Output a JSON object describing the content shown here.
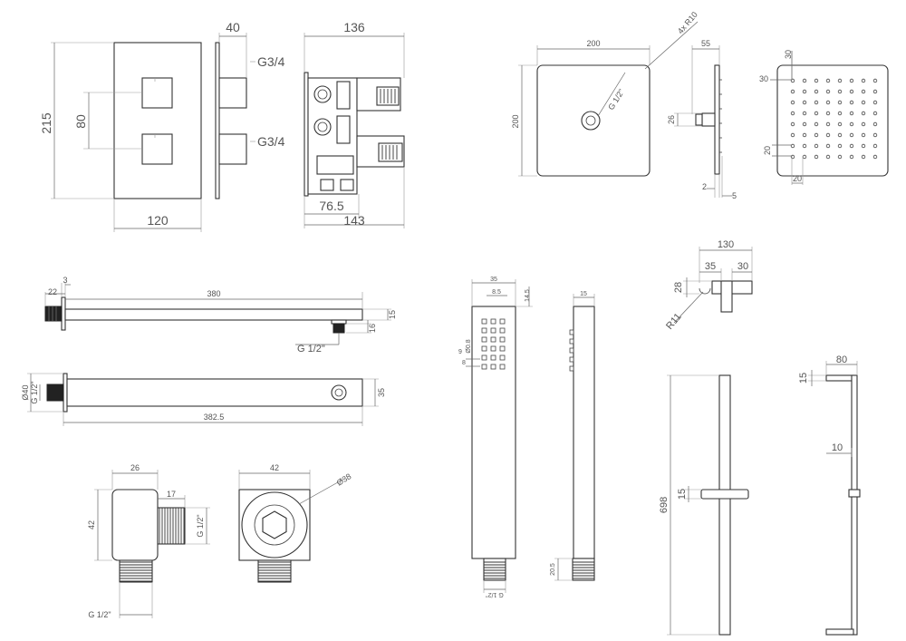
{
  "dimensions": {
    "valve_height": "215",
    "valve_width": "120",
    "valve_spacing": "80",
    "valve_depth": "40",
    "valve_outlet_top": "G3/4",
    "valve_outlet_bottom": "G3/4",
    "body_width": "136",
    "body_depth_inner": "76.5",
    "body_depth_total": "143",
    "head_width": "200",
    "head_height": "200",
    "head_radius": "4x R10",
    "head_inlet": "G 1/2\"",
    "head_depth": "55",
    "head_connector": "26",
    "head_plate": "2",
    "head_offset": "5",
    "nozzle_margin_top": "30",
    "nozzle_margin_left": "30",
    "nozzle_pitch_v": "20",
    "nozzle_pitch_h": "20",
    "arm_flange": "3",
    "arm_base": "22",
    "arm_length": "380",
    "arm_section": "15",
    "arm_drop": "16",
    "arm_thread": "G 1/2\"",
    "arm_diameter": "Ø40",
    "arm_inlet": "G 1/2\"",
    "arm_total_length": "382.5",
    "arm_width": "35",
    "elbow_depth": "26",
    "elbow_thread_len": "17",
    "elbow_height": "42",
    "elbow_thread": "G 1/2\"",
    "elbow_bottom_thread": "G 1/2\"",
    "elbow_face": "42",
    "elbow_rose": "Ø38",
    "handset_width": "35",
    "handset_inner": "8.5",
    "handset_top": "14.5",
    "handset_side": "15",
    "handset_spray_a": "9",
    "handset_spray_b": "Ø0.8",
    "handset_spray_c": "8",
    "handset_thread": "G 1/2\"",
    "handset_tail": "20.5",
    "holder_width": "130",
    "holder_left": "35",
    "holder_right": "30",
    "holder_height": "28",
    "holder_radius": "R11",
    "rail_height": "698",
    "rail_slider": "15",
    "rail_depth": "80",
    "rail_cap": "15",
    "rail_bar": "10"
  }
}
